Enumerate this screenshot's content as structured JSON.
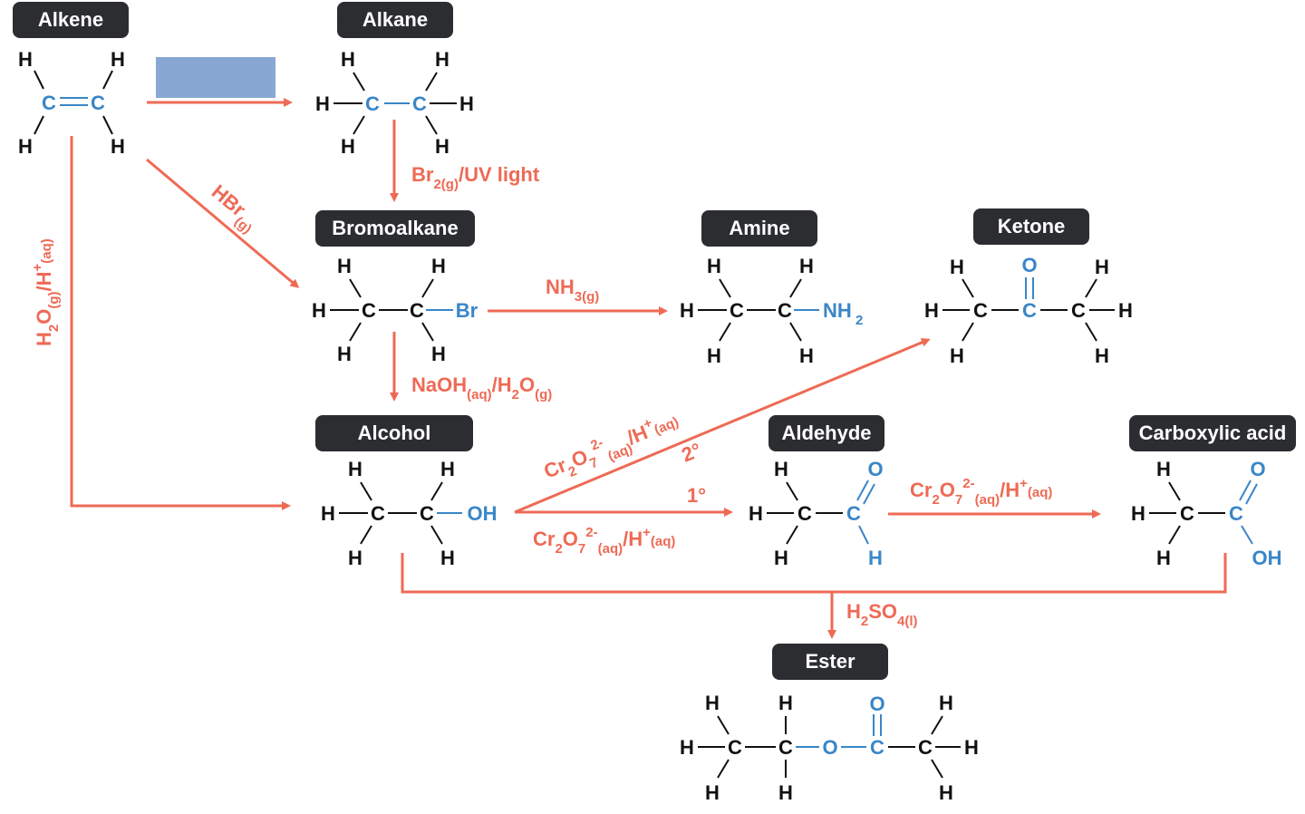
{
  "colors": {
    "label_box": "#2b2d31",
    "reaction": "#ee6a55",
    "functional_group": "#3a86c8",
    "atom": "#111111"
  },
  "labels": {
    "alkene": "Alkene",
    "alkane": "Alkane",
    "bromoalkane": "Bromoalkane",
    "amine": "Amine",
    "ketone": "Ketone",
    "alcohol": "Alcohol",
    "aldehyde": "Aldehyde",
    "carboxylic_acid": "Carboxylic acid",
    "ester": "Ester"
  },
  "reagents": {
    "alkane_to_bromoalkane": "Br2(g)/UV light",
    "alkene_to_bromoalkane": "HBr(g)",
    "alkene_to_alcohol": "H2O(g)/H+(aq)",
    "bromoalkane_to_amine": "NH3(g)",
    "bromoalkane_to_alcohol": "NaOH(aq)/H2O(g)",
    "alcohol_to_ketone": "Cr2O72-(aq)/H+(aq)",
    "alcohol_to_ketone_class": "2°",
    "alcohol_to_aldehyde": "Cr2O72-(aq)/H+(aq)",
    "alcohol_to_aldehyde_class": "1°",
    "aldehyde_to_acid": "Cr2O72-(aq)/H+(aq)",
    "to_ester": "H2SO4(l)"
  },
  "formula_parts": {
    "br": "Br",
    "two_g": "2(g)",
    "uv": "/UV light",
    "hbr": "HBr",
    "g": "(g)",
    "h": "H",
    "two": "2",
    "o": "O",
    "slash_h": "/H",
    "plus": "+",
    "aq": "(aq)",
    "nh": "NH",
    "three_g": "3(g)",
    "naoh": "NaOH",
    "slash_h2o_h": "/H",
    "cr": "Cr",
    "seven": "7",
    "two_minus": "2-",
    "two_deg": "2°",
    "one_deg": "1°",
    "so": "SO",
    "four_l": "4(l)"
  },
  "atoms": {
    "H": "H",
    "C": "C",
    "O": "O",
    "Br": "Br",
    "OH": "OH",
    "NH": "NH",
    "sub2": "2"
  }
}
